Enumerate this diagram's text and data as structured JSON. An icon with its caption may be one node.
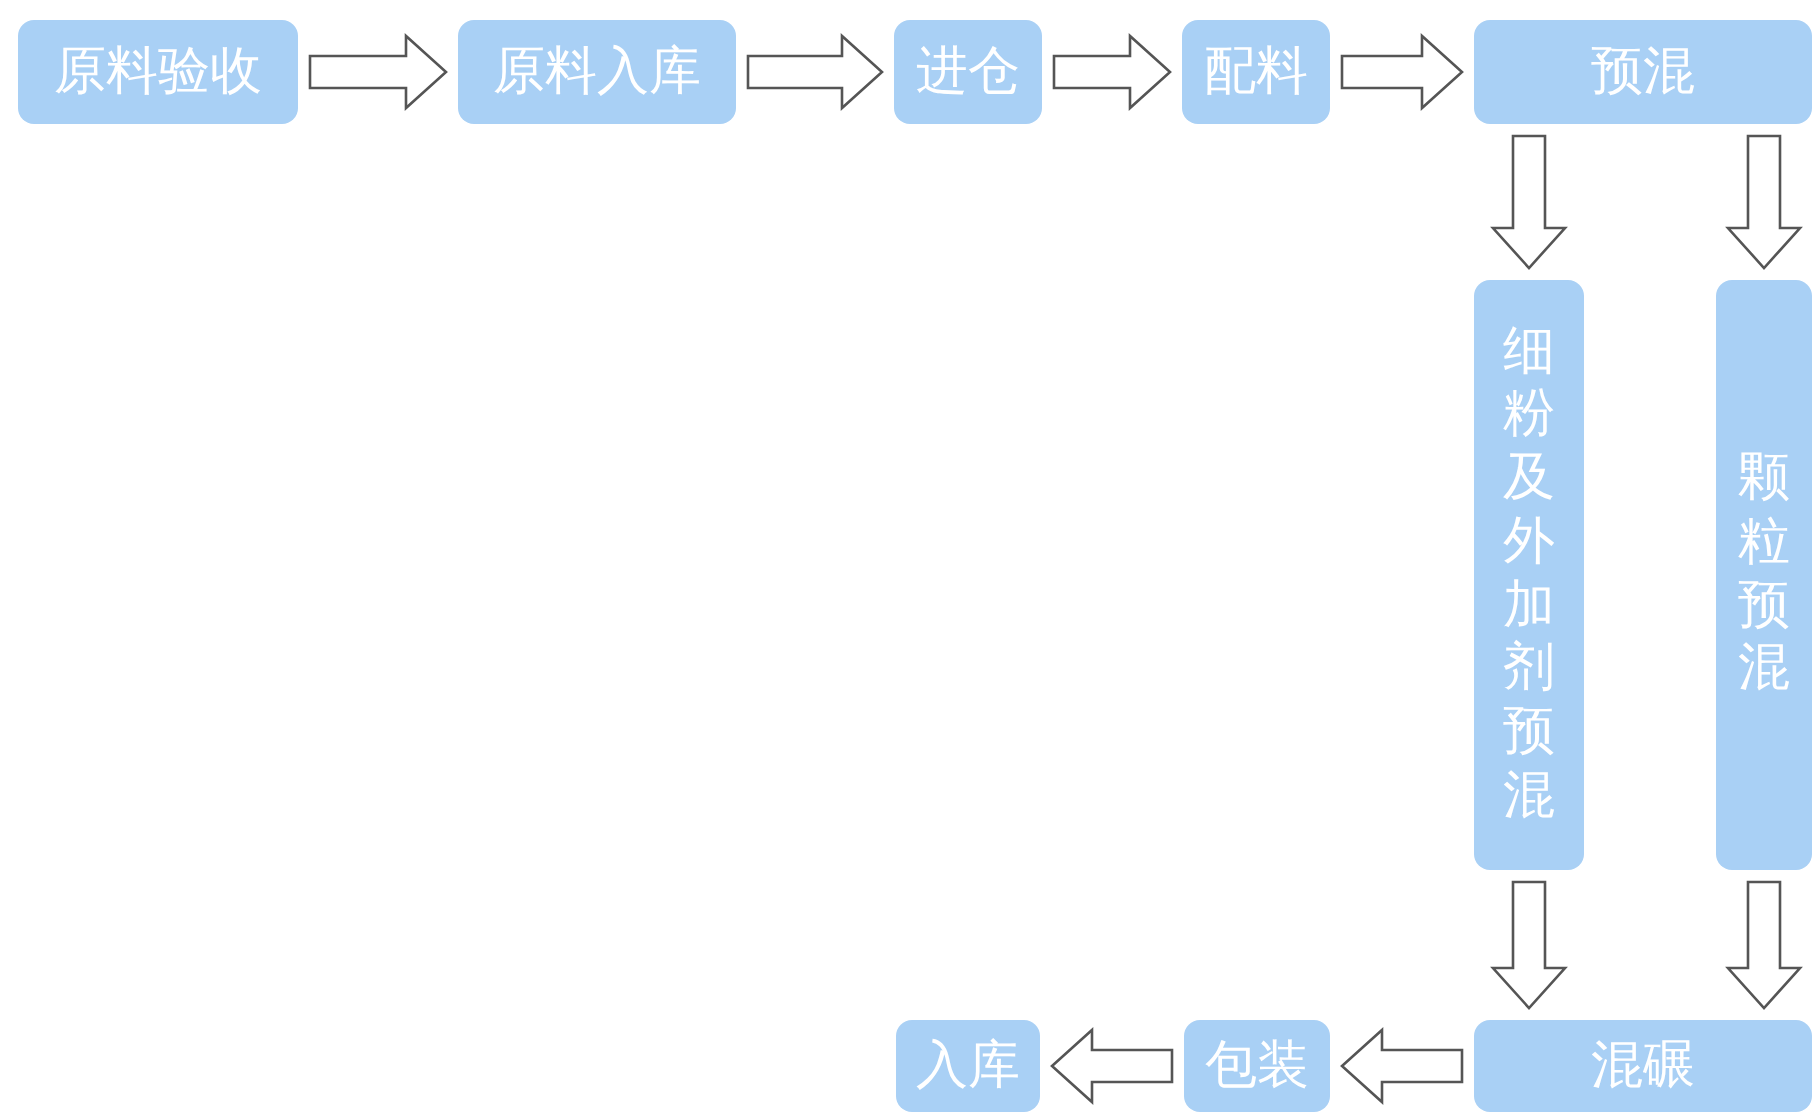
{
  "diagram": {
    "nodes": [
      {
        "text": [
          "原料验收"
        ]
      },
      {
        "text": [
          "原料入库"
        ]
      },
      {
        "text": [
          "进仓"
        ]
      },
      {
        "text": [
          "配料"
        ]
      },
      {
        "text": [
          "预混"
        ]
      },
      {
        "text": [
          "细粉及外加剂预混"
        ]
      },
      {
        "text": [
          "颗粒预混"
        ]
      },
      {
        "text": [
          "混碾"
        ]
      },
      {
        "text": [
          "包装"
        ]
      },
      {
        "text": [
          "入库"
        ]
      }
    ],
    "edges": [
      {
        "from": 0,
        "to": 1,
        "arrow": "to"
      },
      {
        "from": 1,
        "to": 2,
        "arrow": "to"
      },
      {
        "from": 2,
        "to": 3,
        "arrow": "to"
      },
      {
        "from": 3,
        "to": 4,
        "arrow": "to"
      },
      {
        "from": 4,
        "to": 5,
        "arrow": "to"
      },
      {
        "from": 4,
        "to": 6,
        "arrow": "to"
      },
      {
        "from": 5,
        "to": 7,
        "arrow": "to"
      },
      {
        "from": 6,
        "to": 7,
        "arrow": "to"
      },
      {
        "from": 7,
        "to": 8,
        "arrow": "to"
      },
      {
        "from": 8,
        "to": 9,
        "arrow": "to"
      }
    ]
  }
}
